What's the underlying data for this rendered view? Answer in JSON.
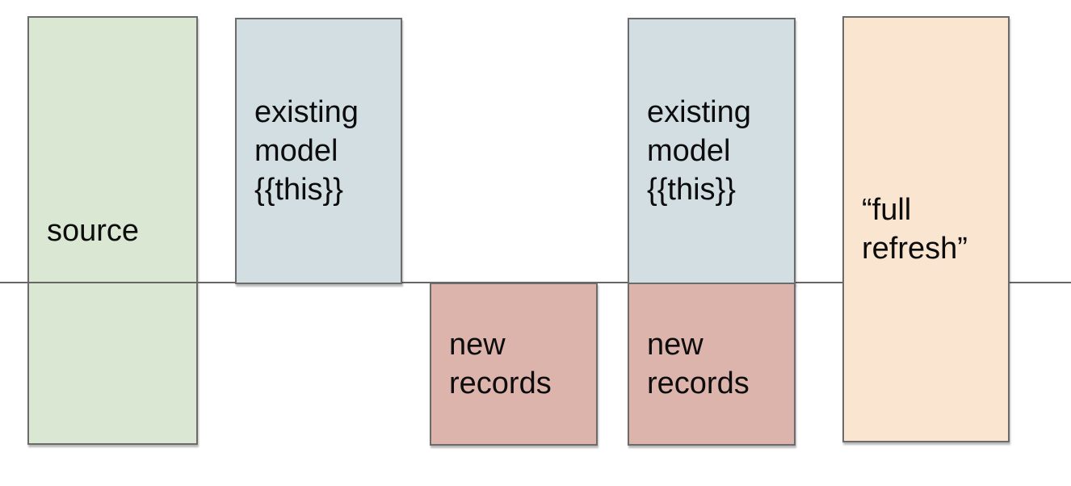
{
  "canvas": {
    "background": "#ffffff",
    "border_color": "#6b6b6b",
    "text_color": "#0c0c0c"
  },
  "divider": {
    "name": "baseline",
    "color": "#666666"
  },
  "boxes": {
    "source": {
      "label": "source",
      "color": "#d9e7d3"
    },
    "existing_model_1": {
      "label": "existing\nmodel\n{{this}}",
      "color": "#d3dee3"
    },
    "new_records_1": {
      "label": "new\nrecords",
      "color": "#ddb4ab"
    },
    "existing_model_2": {
      "label": "existing\nmodel\n{{this}}",
      "color": "#d3dee3"
    },
    "new_records_2": {
      "label": "new\nrecords",
      "color": "#ddb4ab"
    },
    "full_refresh": {
      "label": "“full\nrefresh”",
      "color": "#f9e5d0"
    }
  }
}
